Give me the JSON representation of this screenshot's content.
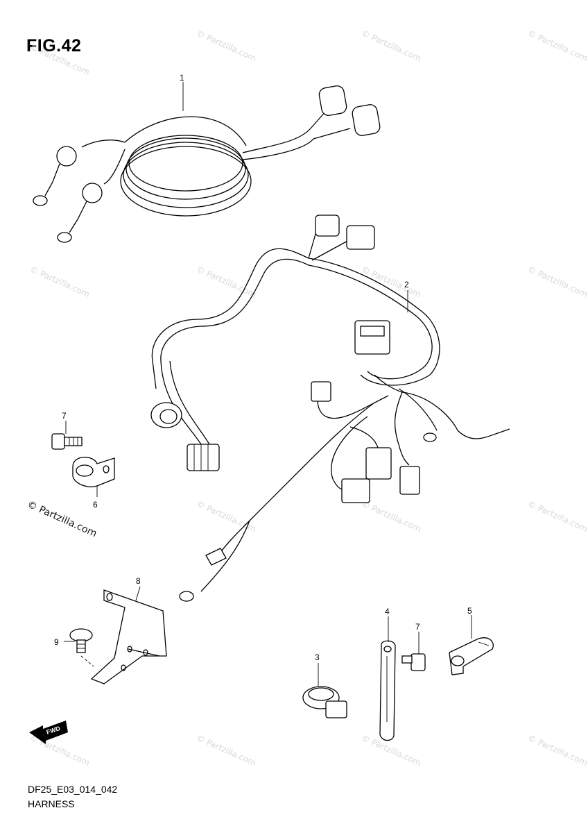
{
  "figure": {
    "title": "FIG.42",
    "code": "DF25_E03_014_042",
    "name": "HARNESS"
  },
  "watermark": {
    "text": "© Partzilla.com"
  },
  "callouts": [
    "1",
    "2",
    "3",
    "4",
    "5",
    "6",
    "7",
    "7",
    "8",
    "9"
  ],
  "fwd_label": "FWD",
  "icons": [
    "harness-coil",
    "main-harness",
    "clamp",
    "band",
    "clip",
    "clamp-bracket",
    "bolt",
    "bracket",
    "screw",
    "fwd-arrow"
  ]
}
